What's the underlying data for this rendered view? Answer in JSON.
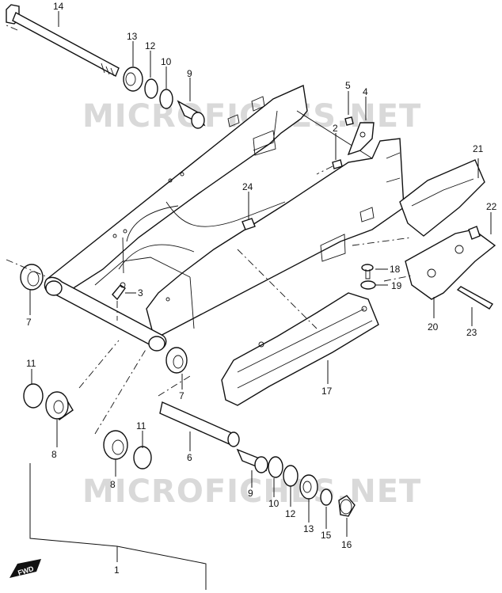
{
  "watermark": {
    "top_text": "MICROFICHES.NET",
    "bottom_text": "MICROFICHES.NET"
  },
  "fwd_marker": {
    "text": "FWD",
    "icon": "forward-arrow-icon"
  },
  "callouts": [
    {
      "id": "c1",
      "text": "1"
    },
    {
      "id": "c2",
      "text": "2"
    },
    {
      "id": "c3",
      "text": "3"
    },
    {
      "id": "c4",
      "text": "4"
    },
    {
      "id": "c5",
      "text": "5"
    },
    {
      "id": "c6",
      "text": "6"
    },
    {
      "id": "c7a",
      "text": "7"
    },
    {
      "id": "c7b",
      "text": "7"
    },
    {
      "id": "c8a",
      "text": "8"
    },
    {
      "id": "c8b",
      "text": "8"
    },
    {
      "id": "c9a",
      "text": "9"
    },
    {
      "id": "c9b",
      "text": "9"
    },
    {
      "id": "c10a",
      "text": "10"
    },
    {
      "id": "c10b",
      "text": "10"
    },
    {
      "id": "c11a",
      "text": "11"
    },
    {
      "id": "c11b",
      "text": "11"
    },
    {
      "id": "c12a",
      "text": "12"
    },
    {
      "id": "c12b",
      "text": "12"
    },
    {
      "id": "c13a",
      "text": "13"
    },
    {
      "id": "c13b",
      "text": "13"
    },
    {
      "id": "c14",
      "text": "14"
    },
    {
      "id": "c15",
      "text": "15"
    },
    {
      "id": "c16",
      "text": "16"
    },
    {
      "id": "c17",
      "text": "17"
    },
    {
      "id": "c18",
      "text": "18"
    },
    {
      "id": "c19",
      "text": "19"
    },
    {
      "id": "c20",
      "text": "20"
    },
    {
      "id": "c21",
      "text": "21"
    },
    {
      "id": "c22",
      "text": "22"
    },
    {
      "id": "c23",
      "text": "23"
    },
    {
      "id": "c24",
      "text": "24"
    }
  ]
}
